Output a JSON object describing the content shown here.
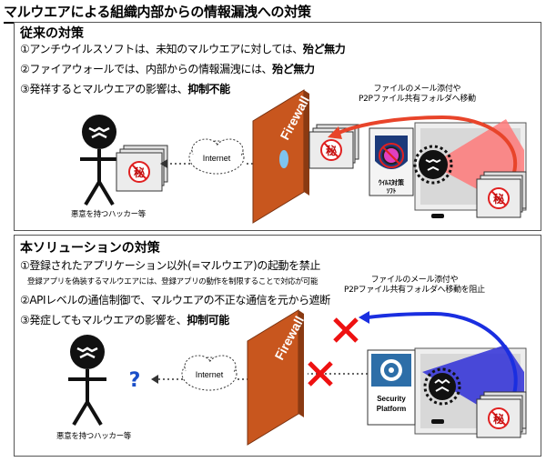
{
  "title": "マルウエアによる組織内部からの情報漏洩への対策",
  "panel1": {
    "heading": "従来の対策",
    "lines": [
      {
        "text": "①アンチウイルスソフトは、未知のマルウエアに対しては、",
        "bold": "殆ど無力"
      },
      {
        "text": "②ファイアウォールでは、内部からの情報漏洩には、",
        "bold": "殆ど無力"
      },
      {
        "text": "③発祥するとマルウエアの影響は、",
        "bold": "抑制不能"
      }
    ],
    "note": [
      "ファイルのメール添付や",
      "P2Pファイル共有フォルダへ移動"
    ],
    "internet": "Internet",
    "firewall": "Firewall",
    "hacker": "悪意を持つハッカー等",
    "av_label": [
      "ｳｲﾙｽ対策",
      "ｿﾌﾄ"
    ],
    "secret": "秘"
  },
  "panel2": {
    "heading": "本ソリューションの対策",
    "lines": [
      {
        "text": "①登録されたアプリケーション以外(=マルウエア)の起動を禁止",
        "bold": ""
      },
      {
        "text": "②APIレベルの通信制御で、マルウエアの不正な通信を元から遮断",
        "bold": ""
      },
      {
        "text": "③発症してもマルウエアの影響を、",
        "bold": "抑制可能"
      }
    ],
    "subnote": "登録アプリを偽装するマルウエアには、登録アプリの動作を制限することで対応が可能",
    "note": [
      "ファイルのメール添付や",
      "P2Pファイル共有フォルダへ移動を阻止"
    ],
    "internet": "Internet",
    "firewall": "Firewall",
    "hacker": "悪意を持つハッカー等",
    "question": "?",
    "sp_label": [
      "Security",
      "Platform"
    ],
    "secret": "秘"
  },
  "colors": {
    "firewall": "#c8561e",
    "red_arrow": "#e8442a",
    "blue_arrow": "#1a2ee0",
    "red_beam": "#ff7a7a",
    "blue_beam": "#3838d8",
    "cross": "#ee1111",
    "sp_blue": "#2d6ea8"
  }
}
